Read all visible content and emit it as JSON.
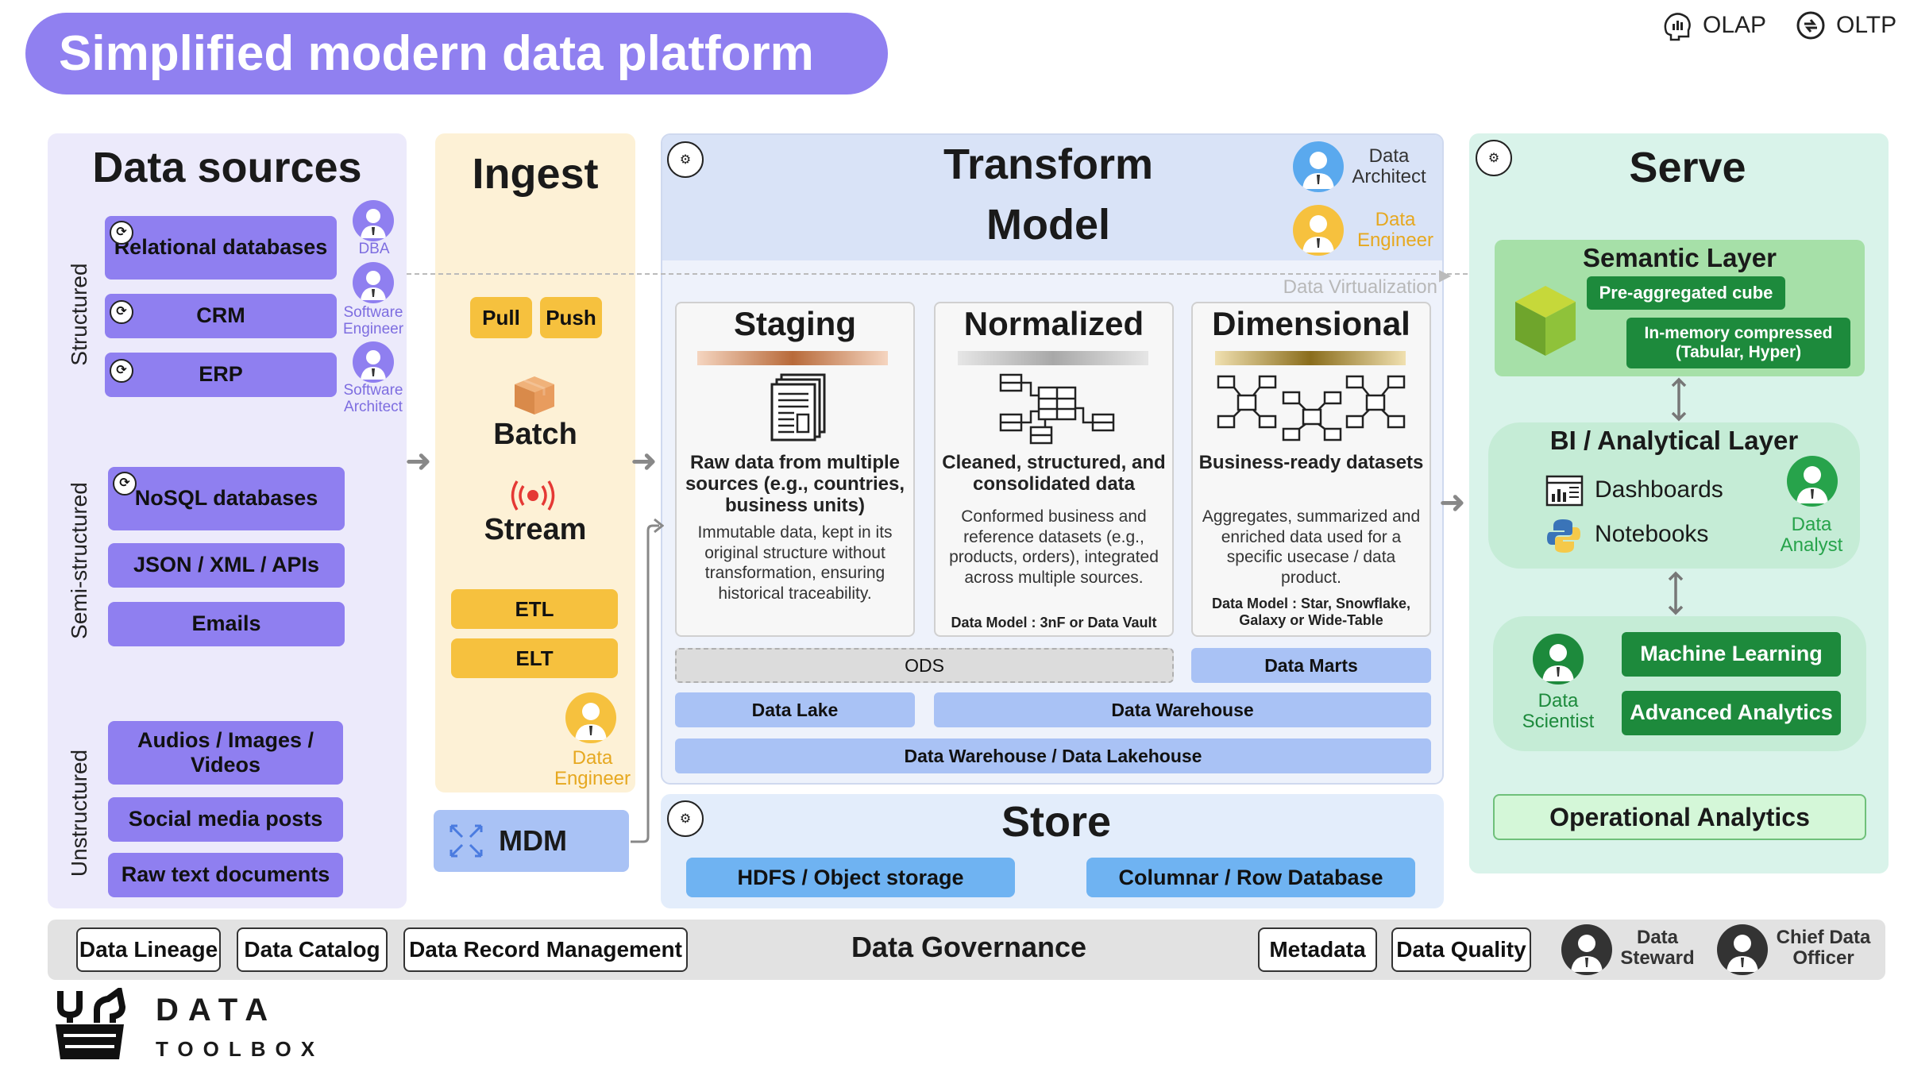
{
  "title": "Simplified modern data platform",
  "legend": {
    "olap": "OLAP",
    "oltp": "OLTP"
  },
  "sources": {
    "title": "Data sources",
    "groups": {
      "structured": "Structured",
      "semi_structured": "Semi-structured",
      "unstructured": "Unstructured"
    },
    "items": {
      "relational": "Relational databases",
      "crm": "CRM",
      "erp": "ERP",
      "nosql": "NoSQL databases",
      "json": "JSON / XML / APIs",
      "emails": "Emails",
      "media": "Audios / Images / Videos",
      "social": "Social media posts",
      "raw_text": "Raw text documents"
    },
    "roles": {
      "dba": "DBA",
      "software_engineer": "Software Engineer",
      "software_architect": "Software Architect"
    }
  },
  "ingest": {
    "title": "Ingest",
    "pull": "Pull",
    "push": "Push",
    "batch": "Batch",
    "stream": "Stream",
    "etl": "ETL",
    "elt": "ELT",
    "role": "Data Engineer",
    "mdm": "MDM"
  },
  "transform": {
    "title_line1": "Transform",
    "title_line2": "Model",
    "role_architect": "Data Architect",
    "role_engineer": "Data Engineer",
    "virtualization": "Data Virtualization",
    "staging": {
      "title": "Staging",
      "bold": "Raw data from multiple sources (e.g., countries, business units)",
      "text": "Immutable data, kept in its original structure without transformation, ensuring historical traceability."
    },
    "normalized": {
      "title": "Normalized",
      "bold": "Cleaned, structured, and consolidated data",
      "text": "Conformed business and reference datasets (e.g., products, orders), integrated across multiple sources.",
      "model": "Data Model : 3nF or Data Vault"
    },
    "dimensional": {
      "title": "Dimensional",
      "bold": "Business-ready datasets",
      "text": "Aggregates, summarized and enriched data used for a specific usecase / data product.",
      "model": "Data Model : Star, Snowflake, Galaxy or Wide-Table"
    },
    "bars": {
      "ods": "ODS",
      "marts": "Data Marts",
      "lake": "Data Lake",
      "warehouse": "Data Warehouse",
      "lakehouse": "Data Warehouse / Data Lakehouse"
    }
  },
  "store": {
    "title": "Store",
    "hdfs": "HDFS / Object storage",
    "columnar": "Columnar / Row Database"
  },
  "serve": {
    "title": "Serve",
    "semantic": {
      "title": "Semantic Layer",
      "cube": "Pre-aggregated cube",
      "memory": "In-memory compressed (Tabular, Hyper)"
    },
    "bi": {
      "title": "BI / Analytical Layer",
      "dashboards": "Dashboards",
      "notebooks": "Notebooks",
      "role": "Data Analyst"
    },
    "ml": {
      "role": "Data Scientist",
      "ml": "Machine Learning",
      "advanced": "Advanced Analytics"
    },
    "operational": "Operational Analytics"
  },
  "governance": {
    "title": "Data Governance",
    "lineage": "Data Lineage",
    "catalog": "Data Catalog",
    "record": "Data Record Management",
    "metadata": "Metadata",
    "quality": "Data Quality",
    "steward": "Data Steward",
    "cdo": "Chief Data Officer"
  },
  "logo": {
    "line1": "DATA",
    "line2": "TOOLBOX"
  },
  "colors": {
    "title_pill": "#9080f0",
    "source_button": "#8f7ff0",
    "ingest_button": "#f6c13e",
    "blue_bar": "#a9c2f5",
    "store_button": "#6fb3f2",
    "green_button": "#1d8a3c"
  }
}
